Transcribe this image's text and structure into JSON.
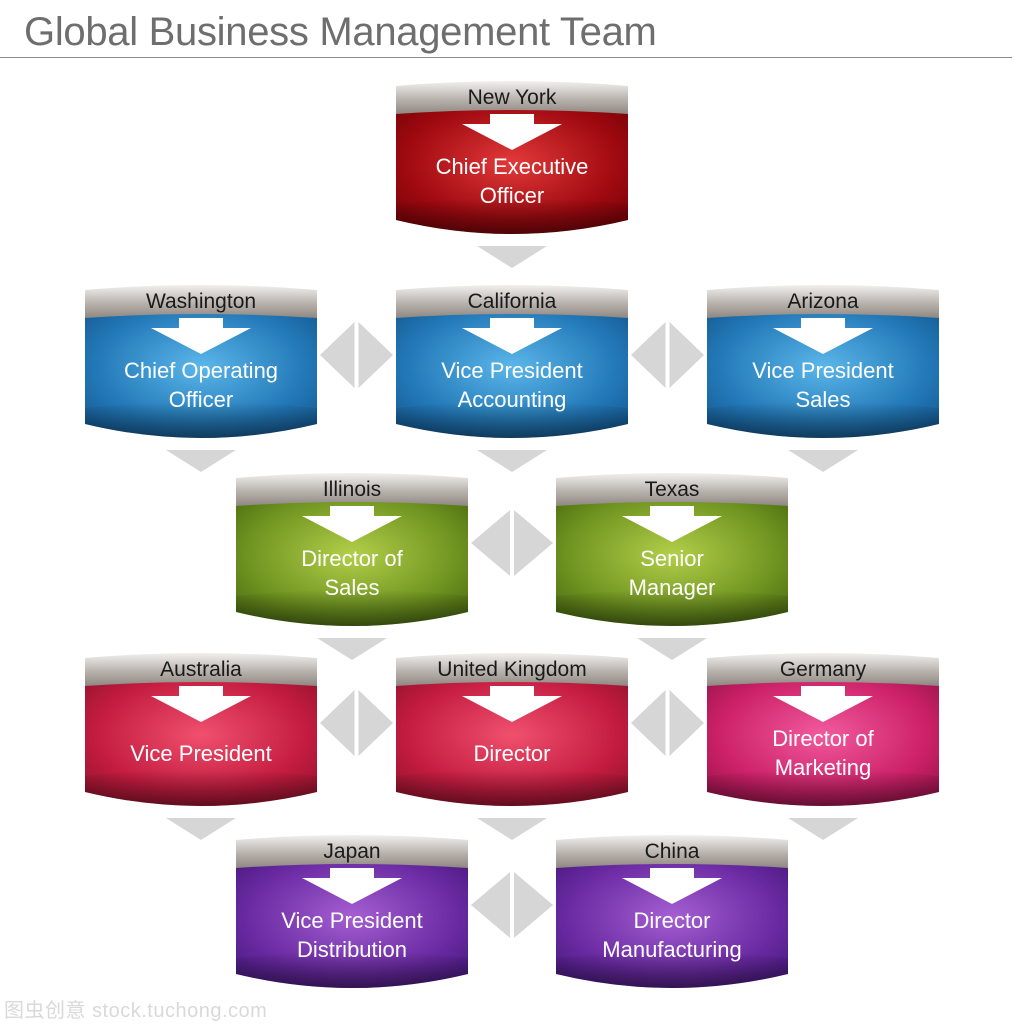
{
  "title": "Global Business Management Team",
  "watermark": "图虫创意 stock.tuchong.com",
  "colors": {
    "red": [
      "#e23a3a",
      "#a00a10",
      "#6a0006"
    ],
    "blue": [
      "#5bb7ea",
      "#2379b8",
      "#0f4f86"
    ],
    "green": [
      "#b3cf4a",
      "#6f9420",
      "#3f5f0c"
    ],
    "pink": [
      "#f0506e",
      "#c41c40",
      "#861026"
    ],
    "magenta": [
      "#f25a9e",
      "#cc2168",
      "#8a0f42"
    ],
    "purple": [
      "#a55fd2",
      "#6a2aa2",
      "#3f1474"
    ],
    "header": [
      "#f2f0ee",
      "#b9b3ae",
      "#8e8782"
    ],
    "connector": "#d6d6d6"
  },
  "nodes": [
    {
      "id": "ceo",
      "location": "New York",
      "role": "Chief Executive\nOfficer",
      "color": "red"
    },
    {
      "id": "coo",
      "location": "Washington",
      "role": "Chief Operating\nOfficer",
      "color": "blue"
    },
    {
      "id": "vp-accounting",
      "location": "California",
      "role": "Vice President\nAccounting",
      "color": "blue"
    },
    {
      "id": "vp-sales",
      "location": "Arizona",
      "role": "Vice President\nSales",
      "color": "blue"
    },
    {
      "id": "director-sales",
      "location": "Illinois",
      "role": "Director of\nSales",
      "color": "green"
    },
    {
      "id": "senior-manager",
      "location": "Texas",
      "role": "Senior\nManager",
      "color": "green"
    },
    {
      "id": "vp-australia",
      "location": "Australia",
      "role": "Vice President",
      "color": "pink"
    },
    {
      "id": "director-uk",
      "location": "United Kingdom",
      "role": "Director",
      "color": "pink"
    },
    {
      "id": "director-marketing",
      "location": "Germany",
      "role": "Director of\nMarketing",
      "color": "magenta"
    },
    {
      "id": "vp-distribution",
      "location": "Japan",
      "role": "Vice President\nDistribution",
      "color": "purple"
    },
    {
      "id": "director-manufacturing",
      "location": "China",
      "role": "Director\nManufacturing",
      "color": "purple"
    }
  ],
  "links": [
    {
      "type": "down",
      "below": "ceo"
    },
    {
      "type": "side",
      "between": [
        "coo",
        "vp-accounting"
      ]
    },
    {
      "type": "side",
      "between": [
        "vp-accounting",
        "vp-sales"
      ]
    },
    {
      "type": "down",
      "below": "coo"
    },
    {
      "type": "down",
      "below": "vp-accounting"
    },
    {
      "type": "down",
      "below": "vp-sales"
    },
    {
      "type": "side",
      "between": [
        "director-sales",
        "senior-manager"
      ]
    },
    {
      "type": "down",
      "below": "director-sales"
    },
    {
      "type": "down",
      "below": "senior-manager"
    },
    {
      "type": "side",
      "between": [
        "vp-australia",
        "director-uk"
      ]
    },
    {
      "type": "side",
      "between": [
        "director-uk",
        "director-marketing"
      ]
    },
    {
      "type": "down",
      "below": "vp-australia"
    },
    {
      "type": "down",
      "below": "director-uk"
    },
    {
      "type": "down",
      "below": "director-marketing"
    },
    {
      "type": "side",
      "between": [
        "vp-distribution",
        "director-manufacturing"
      ]
    }
  ]
}
